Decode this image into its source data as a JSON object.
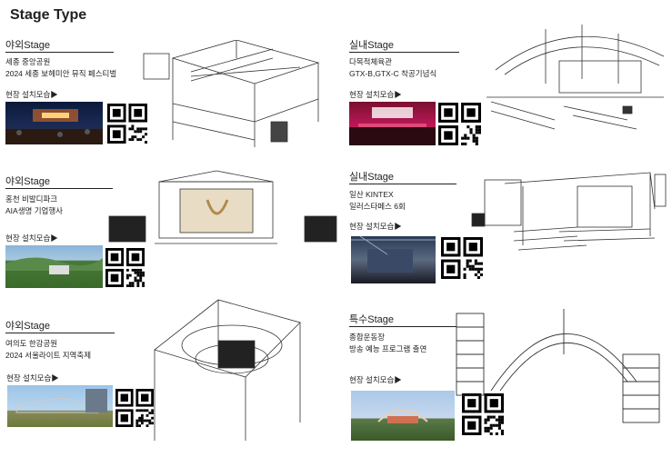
{
  "page_title": "Stage Type",
  "site_label": "현장 설치모습▶",
  "cards": [
    {
      "category": "야외Stage",
      "lines": [
        "세종 중앙공원",
        "2024 세종 보헤미안 뮤직 페스티벌"
      ]
    },
    {
      "category": "실내Stage",
      "lines": [
        "다목적체육관",
        "GTX-B,GTX-C 착공기념식"
      ]
    },
    {
      "category": "야외Stage",
      "lines": [
        "홍천 비발디파크",
        "AIA생명 기업행사"
      ]
    },
    {
      "category": "실내Stage",
      "lines": [
        "일산 KINTEX",
        "일러스타페스 6회"
      ]
    },
    {
      "category": "야외Stage",
      "lines": [
        "여의도 한강공원",
        "2024 서울라이트 지역축제"
      ]
    },
    {
      "category": "특수Stage",
      "lines": [
        "종합운동장",
        "방송 예능 프로그램 출연"
      ]
    }
  ]
}
